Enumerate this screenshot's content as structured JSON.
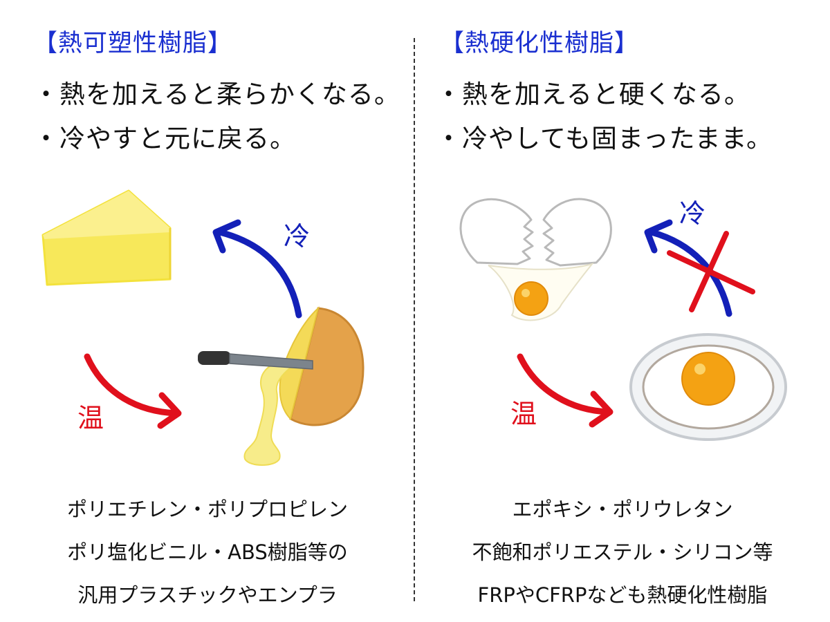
{
  "left": {
    "heading": "【熱可塑性樹脂】",
    "bullets": [
      "・熱を加えると柔らかくなる。",
      "・冷やすと元に戻る。"
    ],
    "label_cold": "冷",
    "label_warm": "温",
    "examples": [
      "ポリエチレン・ポリプロピレン",
      "ポリ塩化ビニル・ABS樹脂等の",
      "汎用プラスチックやエンプラ"
    ]
  },
  "right": {
    "heading": "【熱硬化性樹脂】",
    "bullets": [
      "・熱を加えると硬くなる。",
      "・冷やしても固まったまま。"
    ],
    "label_cold": "冷",
    "label_warm": "温",
    "examples": [
      "エポキシ・ポリウレタン",
      "不飽和ポリエステル・シリコン等",
      "FRPやCFRPなども熱硬化性樹脂"
    ]
  },
  "colors": {
    "heading": "#1a2fd0",
    "cold": "#1320b8",
    "warm": "#e0101c",
    "cheese": "#f7e85a",
    "yolk": "#f4a213"
  },
  "icons": [
    "cheese-wedge-icon",
    "raclette-cheese-icon",
    "knife-icon",
    "cracked-egg-icon",
    "fried-egg-plate-icon",
    "cross-mark-icon"
  ]
}
